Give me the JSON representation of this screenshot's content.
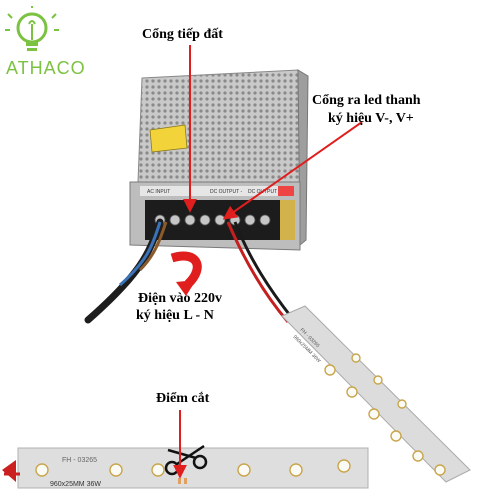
{
  "brand": {
    "name": "ATHACO",
    "icon": "lightbulb-logo-icon",
    "color": "#7cc242"
  },
  "labels": {
    "ground_port": "Cổng tiếp đất",
    "output_port_line1": "Cổng ra led thanh",
    "output_port_line2": "ký hiệu V-, V+",
    "power_in_line1": "Điện vào 220v",
    "power_in_line2": "ký hiệu L - N",
    "cut_point": "Điểm cắt"
  },
  "psu": {
    "ac_input_label": "AC INPUT",
    "dc_output_label_1": "DC OUTPUT -",
    "dc_output_label_2": "DC OUTPUT +"
  },
  "led_strip_diagonal": {
    "model": "FH - 03265",
    "spec": "960x25MM 36W"
  },
  "led_strip_bottom": {
    "model": "FH - 03265",
    "spec": "960x25MM 36W"
  },
  "colors": {
    "arrow": "#e01e1e",
    "strip": "#d8d8d8",
    "psu_body": "#b9b9b9"
  }
}
